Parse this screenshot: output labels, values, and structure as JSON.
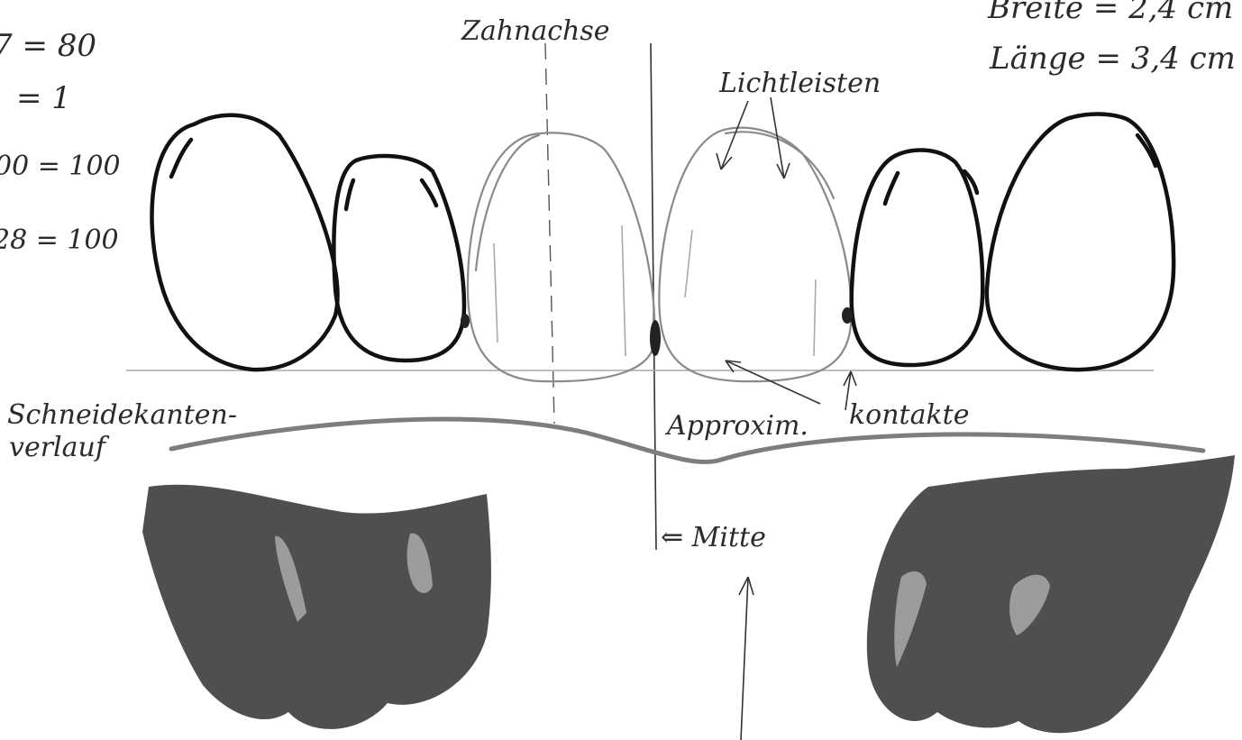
{
  "margin_notes": [
    {
      "text": "7 = 80"
    },
    {
      "text": "= 1"
    },
    {
      "text": "00 = 100"
    },
    {
      "text": "28 = 100"
    }
  ],
  "top_right": {
    "breite": "Breite = 2,4 cm",
    "laenge": "Länge = 3,4 cm"
  },
  "labels": {
    "zahnachse": "Zahnachse",
    "lichtleisten": "Lichtleisten",
    "schneidekanten_1": "Schneidekanten-",
    "schneidekanten_2": "verlauf",
    "approxim": "Approxim.",
    "kontakte": "kontakte",
    "mitte": "⇐ Mitte"
  }
}
